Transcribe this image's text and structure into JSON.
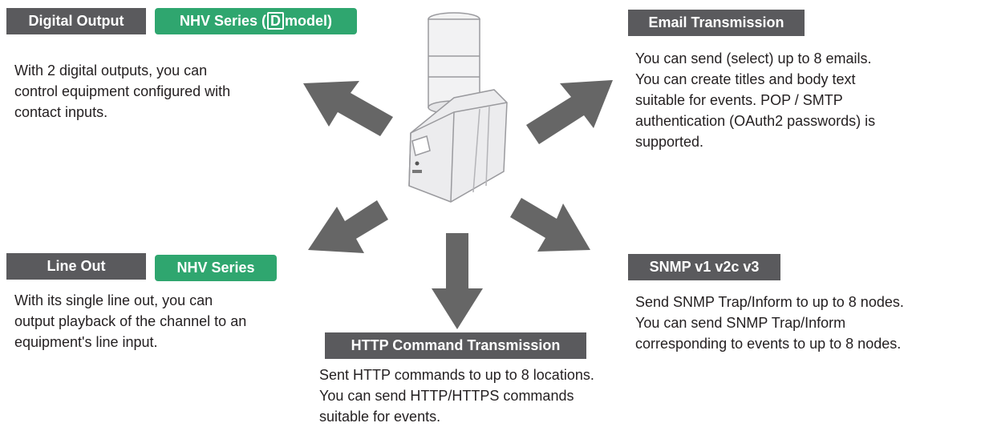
{
  "digital_output": {
    "label": "Digital Output",
    "series_prefix": "NHV Series (",
    "series_boxed": "D",
    "series_suffix": "model)",
    "description": "With 2 digital outputs, you can\ncontrol equipment configured with\ncontact inputs."
  },
  "email": {
    "label": "Email Transmission",
    "description": "You can send (select) up to 8 emails.\nYou can create titles and body text\nsuitable for events. POP / SMTP\nauthentication (OAuth2 passwords) is\nsupported."
  },
  "line_out": {
    "label": "Line Out",
    "series": "NHV Series",
    "description": "With its single line out, you can\noutput playback of the channel to an\nequipment's line input."
  },
  "snmp": {
    "label": "SNMP v1 v2c v3",
    "description": "Send SNMP Trap/Inform to up to 8 nodes.\nYou can send SNMP Trap/Inform\ncorresponding to events to up to 8 nodes."
  },
  "http": {
    "label": "HTTP Command Transmission",
    "description": "Sent HTTP commands to up to 8 locations.\nYou can send HTTP/HTTPS commands\nsuitable for events."
  },
  "colors": {
    "dark_label": "#5a5a5d",
    "green_label": "#2fa66f",
    "arrow": "#666666"
  },
  "device": {
    "icon": "signal-tower-device-icon"
  }
}
